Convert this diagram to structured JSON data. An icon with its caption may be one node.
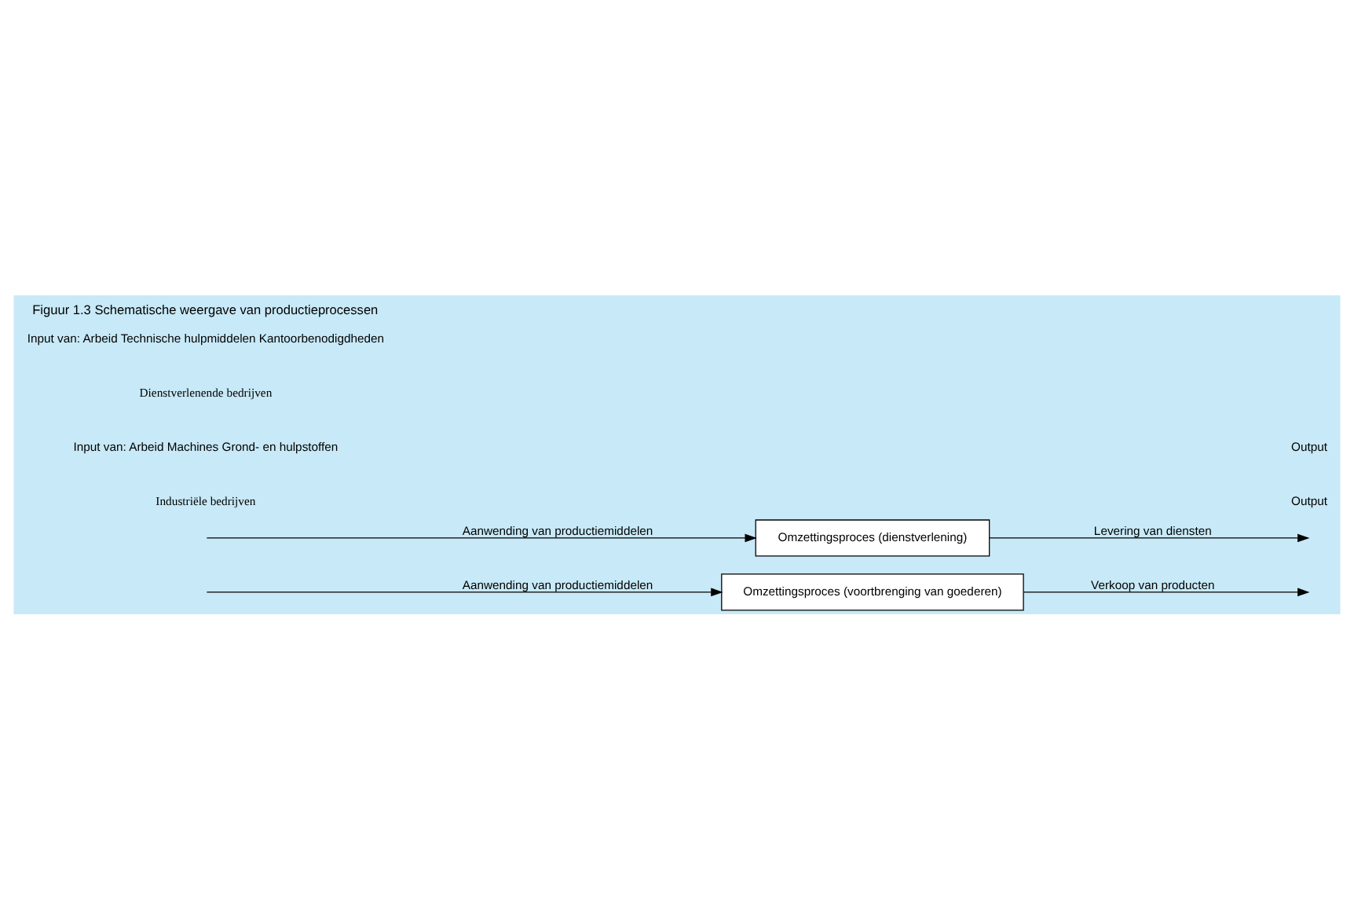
{
  "diagram": {
    "title": "Figuur 1.3 Schematische weergave van productieprocessen",
    "nodes": [
      {
        "text": [
          "Omzettingsproces (voortbrenging van goederen)"
        ]
      },
      {
        "text": [
          "Omzettingsproces (dienstverlening)"
        ]
      }
    ],
    "edges": [
      {
        "from": null,
        "to": 0,
        "arrow": "to",
        "label": "Aanwending van productiemiddelen"
      },
      {
        "from": 0,
        "to": null,
        "arrow": "to",
        "label": "Verkoop van producten"
      },
      {
        "from": null,
        "to": 1,
        "arrow": "to",
        "label": "Aanwending van productiemiddelen"
      },
      {
        "from": 1,
        "to": null,
        "arrow": "to",
        "label": "Levering van diensten"
      }
    ],
    "labels": [
      "Industriële bedrijven",
      "Input van: Arbeid Machines Grond- en hulpstoffen",
      "Output",
      "Dienstverlenende bedrijven",
      "Input van: Arbeid Technische hulpmiddelen Kantoorbenodigdheden",
      "Output"
    ]
  }
}
